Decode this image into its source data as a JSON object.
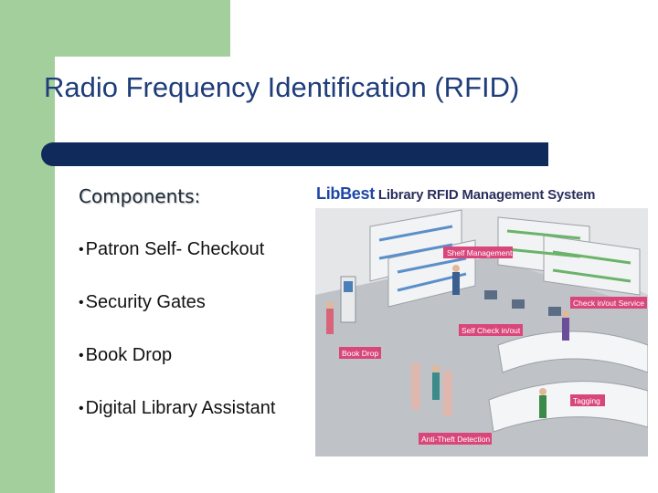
{
  "slide": {
    "title": "Radio Frequency Identification (RFID)",
    "components_label": "Components:",
    "bullets": [
      {
        "dot": "•",
        "text": "Patron Self- Checkout"
      },
      {
        "dot": "•",
        "text": "Security Gates"
      },
      {
        "dot": "•",
        "text": "Book Drop"
      },
      {
        "dot": "•",
        "text": "Digital Library Assistant"
      }
    ]
  },
  "figure": {
    "brand": "LibBest",
    "title_rest": " Library RFID Management System",
    "labels": {
      "shelf_management": "Shelf Management",
      "check_in_out_service": "Check in/out Service",
      "self_check": "Self Check in/out",
      "book_drop": "Book Drop",
      "tagging": "Tagging",
      "anti_theft": "Anti-Theft Detection"
    }
  },
  "colors": {
    "green_accent": "#a3cf9c",
    "divider_navy": "#102a5c",
    "title_blue": "#1f3d7a",
    "label_pink": "#d9477a"
  }
}
